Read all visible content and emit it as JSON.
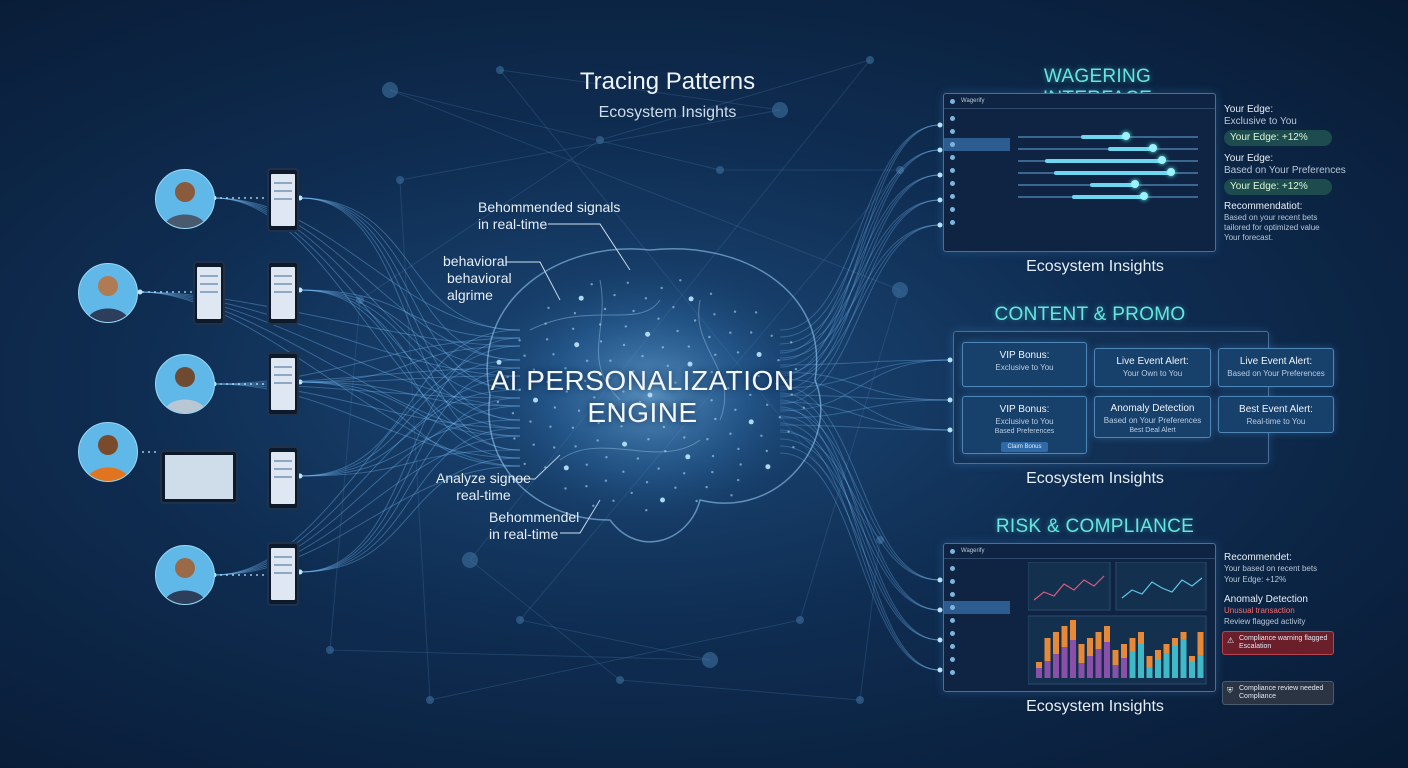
{
  "header": {
    "title": "Tracing Patterns",
    "subtitle": "Ecosystem Insights"
  },
  "engine": {
    "line1": "AI PERSONALIZATION",
    "line2": "ENGINE"
  },
  "labels": {
    "signals_1": "Behommended signals",
    "signals_2": "in real-time",
    "behavioral_1": "behavioral",
    "behavioral_2": "behavioral",
    "behavioral_3": "algrime",
    "analyze_1": "Analyze signoe",
    "analyze_2": "real-time",
    "recommend_1": "Behommendel",
    "recommend_2": "in real-time"
  },
  "wagering": {
    "title": "WAGERING INTERFACE",
    "footer": "Ecosystem Insights",
    "app_name": "Wagerify",
    "edge1_title": "Your Edge:",
    "edge1_sub": "Exclusive to You",
    "edge1_pill": "Your Edge: +12%",
    "edge2_title": "Your Edge:",
    "edge2_sub": "Based on Your Preferences",
    "edge2_pill": "Your Edge: +12%",
    "rec_title": "Recommendatiot:",
    "rec_body_1": "Based on your recent bets",
    "rec_body_2": "tailored for optimized value",
    "rec_body_3": "Your forecast."
  },
  "promo": {
    "title": "CONTENT & PROMO",
    "footer": "Ecosystem Insights",
    "card1_h": "VIP Bonus:",
    "card1_b": "Exclusive to You",
    "card2_h": "Live Event Alert:",
    "card2_b": "Your Own to You",
    "card3_h": "Live Event Alert:",
    "card3_b": "Based on Your Preferences",
    "card4_h": "VIP Bonus:",
    "card4_b": "Exclusive to You",
    "card4_b2": "Based Preferences",
    "card4_btn": "Claim Bonus",
    "card5_h": "Anomaly Detection",
    "card5_b": "Based on Your Preferences",
    "card5_b2": "Best Deal Alert",
    "card6_h": "Best Event Alert:",
    "card6_b": "Real-time to You"
  },
  "risk": {
    "title": "RISK & COMPLIANCE",
    "footer": "Ecosystem Insights",
    "app_name": "Wagerify",
    "rec_title": "Recommendet:",
    "rec_body_1": "Your based on recent bets",
    "rec_body_2": "Your Edge: +12%",
    "anomaly_title": "Anomaly Detection",
    "anomaly_body_1": "Unusual transaction",
    "anomaly_body_2": "Review flagged activity",
    "alert1_1": "Compliance warning flagged",
    "alert1_2": "Escalation",
    "alert2_1": "Compliance review needed",
    "alert2_2": "Compliance"
  },
  "colors": {
    "accent": "#66e6e0",
    "line": "#7fc4ff",
    "glow": "#bfe8ff",
    "bar_purple": "#8a4fa8",
    "bar_orange": "#e68a3a",
    "bar_teal": "#3fb8c8",
    "alert_red": "#6b1f2a",
    "alert_gray": "#2a3442"
  }
}
